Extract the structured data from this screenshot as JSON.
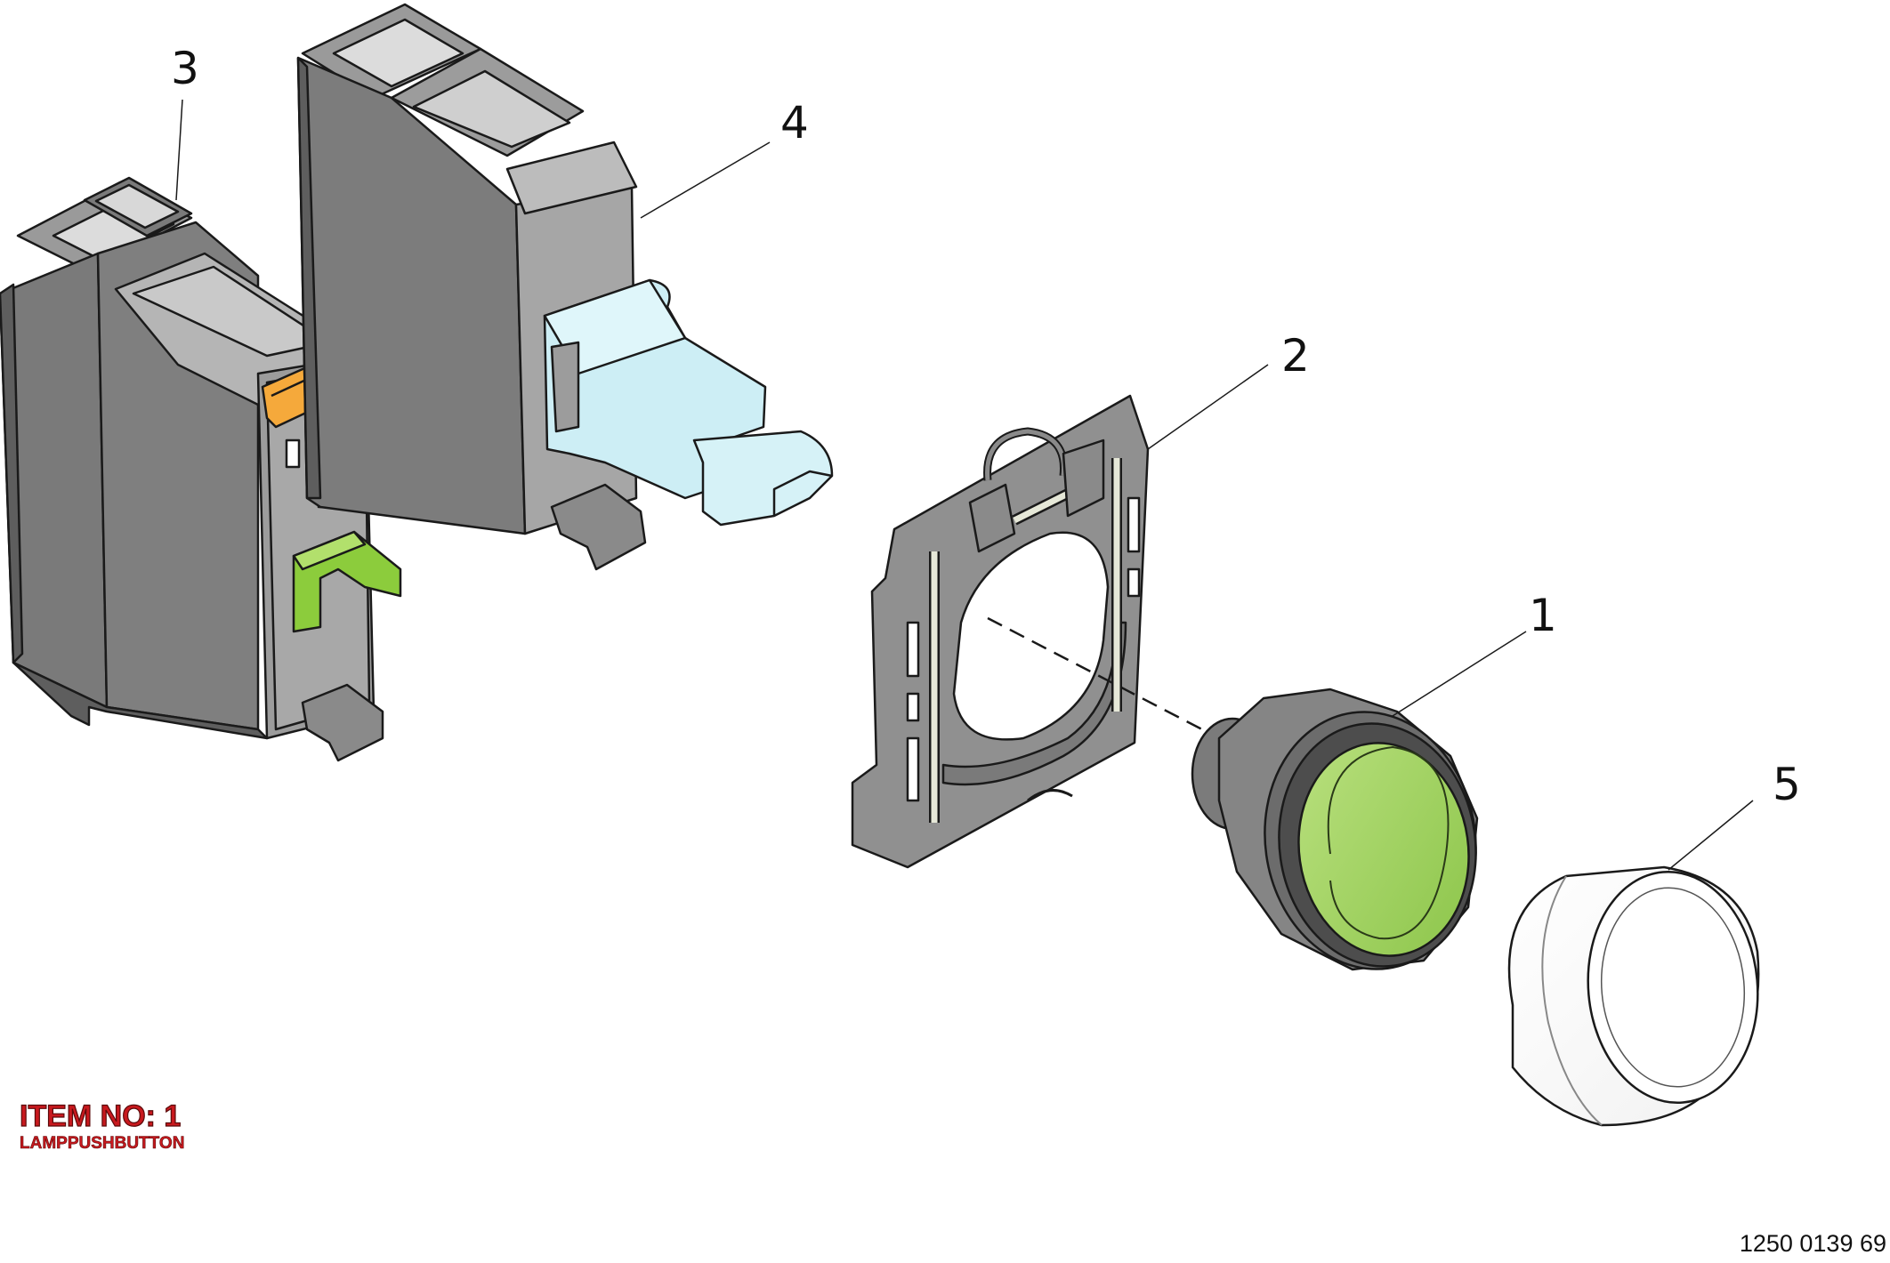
{
  "callouts": [
    {
      "id": "1",
      "label": "1"
    },
    {
      "id": "2",
      "label": "2"
    },
    {
      "id": "3",
      "label": "3"
    },
    {
      "id": "4",
      "label": "4"
    },
    {
      "id": "5",
      "label": "5"
    }
  ],
  "item": {
    "title": "ITEM NO: 1",
    "subtitle": "LAMPPUSHBUTTON"
  },
  "drawing_number": "1250 0139 69",
  "colors": {
    "body_dark": "#6e6e6e",
    "body_mid": "#8c8c8c",
    "body_light": "#b4b4b4",
    "accent_orange": "#f5a93b",
    "accent_green": "#8ccc3c",
    "lamp_blue": "#cdeef5",
    "button_green": "#9cd25c",
    "item_red": "#c8191e"
  },
  "icons": {
    "part_1": "pushbutton-head-icon",
    "part_2": "mounting-collar-icon",
    "part_3": "contact-block-icon",
    "part_4": "light-block-icon",
    "part_5": "lens-cap-icon"
  }
}
